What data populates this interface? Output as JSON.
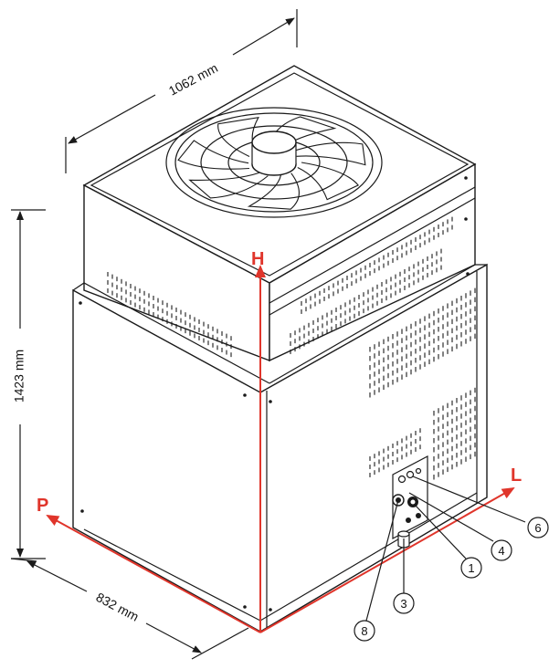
{
  "dimensions": {
    "width": "1062 mm",
    "height": "1423 mm",
    "depth": "832 mm"
  },
  "axes": {
    "h": "H",
    "l": "L",
    "p": "P"
  },
  "callouts": [
    "6",
    "4",
    "1",
    "3",
    "8"
  ],
  "colors": {
    "line": "#1a1a1a",
    "axis_red": "#e0352b",
    "face_left": "#ffffff",
    "face_right": "#ffffff",
    "background": "#ffffff"
  }
}
